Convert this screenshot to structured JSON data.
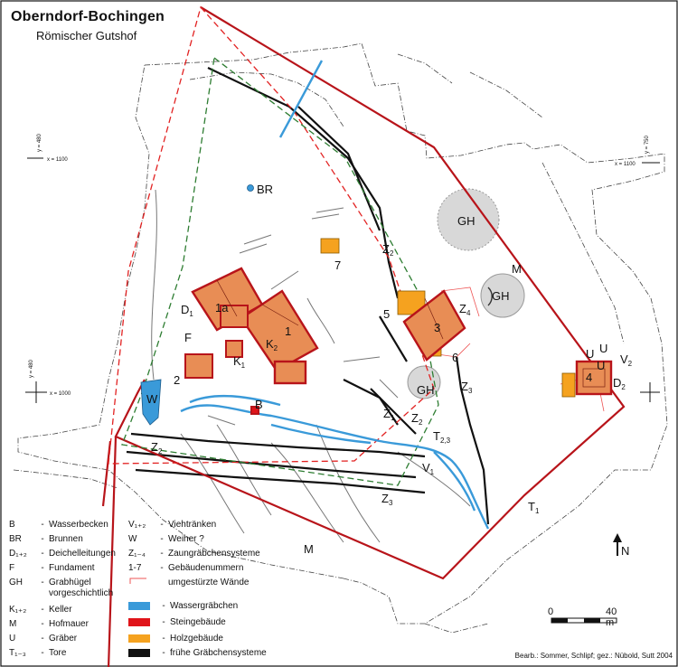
{
  "title": "Oberndorf-Bochingen",
  "subtitle": "Römischer Gutshof",
  "colors": {
    "wall_red": "#b8141a",
    "wood_orange": "#f5a21f",
    "stone_fill": "#e88d55",
    "water_blue": "#3a9ad9",
    "early_black": "#111111",
    "green_dash": "#2e7d32",
    "red_dash": "#e22222",
    "gh_grey": "#d8d8d8"
  },
  "map_labels": {
    "br": "BR",
    "gh1": "GH",
    "gh2": "GH",
    "gh3": "GH",
    "m1": "M",
    "m2": "M",
    "z2a": "Z",
    "z2a_sub": "2",
    "z4": "Z",
    "z4_sub": "4",
    "z3a": "Z",
    "z3a_sub": "3",
    "z1": "Z",
    "z1_sub": "1",
    "z2b": "Z",
    "z2b_sub": "2",
    "z2c": "Z",
    "z2c_sub": "2",
    "z3b": "Z",
    "z3b_sub": "3",
    "t23": "T",
    "t23_sub": "2,3",
    "t1": "T",
    "t1_sub": "1",
    "v1": "V",
    "v1_sub": "1",
    "v2": "V",
    "v2_sub": "2",
    "u1": "U",
    "u2": "U",
    "u3": "U",
    "d1": "D",
    "d1_sub": "1",
    "d2": "D",
    "d2_sub": "2",
    "k1": "K",
    "k1_sub": "1",
    "k2": "K",
    "k2_sub": "2",
    "f": "F",
    "b": "B",
    "w": "W",
    "n1a": "1a",
    "n1": "1",
    "n2": "2",
    "n3": "3",
    "n4": "4",
    "n5": "5",
    "n6": "6",
    "n7": "7"
  },
  "grid_marks": {
    "left_y": "y = 480",
    "left_x": "x = 1100",
    "left2_y": "y = 480",
    "left2_x": "x = 1000",
    "right_y": "y = 750",
    "right_x": "x = 1100"
  },
  "legend_left": [
    {
      "abbr": "B",
      "text": "Wasserbecken"
    },
    {
      "abbr": "BR",
      "text": "Brunnen"
    },
    {
      "abbr": "D₁₊₂",
      "text": "Deichelleitungen"
    },
    {
      "abbr": "F",
      "text": "Fundament"
    },
    {
      "abbr": "GH",
      "text": "Grabhügel"
    },
    {
      "abbr": "",
      "text": "vorgeschichtlich"
    },
    {
      "abbr": "K₁₊₂",
      "text": "Keller"
    },
    {
      "abbr": "M",
      "text": "Hofmauer"
    },
    {
      "abbr": "U",
      "text": "Gräber"
    },
    {
      "abbr": "T₁₋₃",
      "text": "Tore"
    }
  ],
  "legend_right": [
    {
      "abbr": "V₁₊₂",
      "text": "Viehtränken"
    },
    {
      "abbr": "W",
      "text": "Weiher ?"
    },
    {
      "abbr": "Z₁₋₄",
      "text": "Zaungräbchensysteme"
    },
    {
      "abbr": "1-7",
      "text": "Gebäudenummern"
    },
    {
      "abbr": "",
      "text": "umgestürzte Wände"
    }
  ],
  "legend_swatches": [
    {
      "color": "#3a9ad9",
      "text": "Wassergräbchen"
    },
    {
      "color": "#e0141a",
      "text": "Steingebäude"
    },
    {
      "color": "#f5a21f",
      "text": "Holzgebäude"
    },
    {
      "color": "#111111",
      "text": "frühe Gräbchensysteme"
    }
  ],
  "north": "N",
  "scale": {
    "start": "0",
    "end": "40 m"
  },
  "credit": "Bearb.: Sommer, Schlipf; gez.: Nübold, Sutt 2004"
}
